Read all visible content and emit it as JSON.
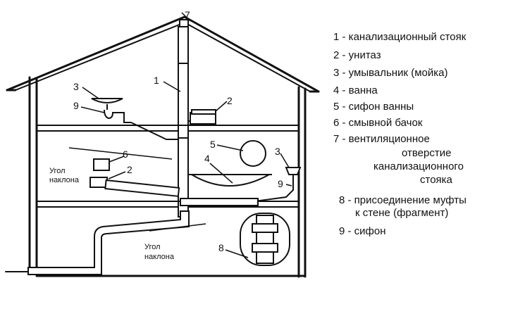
{
  "diagram": {
    "numbers": {
      "n1": "1",
      "n2": "2",
      "n3": "3",
      "n4": "4",
      "n5": "5",
      "n6": "6",
      "n7": "7",
      "n8": "8",
      "n9": "9"
    },
    "slope_label_top": {
      "line1": "Угол",
      "line2": "наклона"
    },
    "slope_label_bottom": {
      "line1": "Угол",
      "line2": "наклона"
    }
  },
  "legend": {
    "item1": "1 - канализационный стояк",
    "item2": "2 - унитаз",
    "item3": "3 - умывальник (мойка)",
    "item4": "4 - ванна",
    "item5": "5 - сифон ванны",
    "item6": "6 - смывной бачок",
    "item7_l1": "7 - вентиляционное",
    "item7_l2": "отверстие",
    "item7_l3": "канализационного",
    "item7_l4": "стояка",
    "item8_l1": "8 - присоединение муфты",
    "item8_l2": "к стене (фрагмент)",
    "item9": "9 - сифон"
  }
}
